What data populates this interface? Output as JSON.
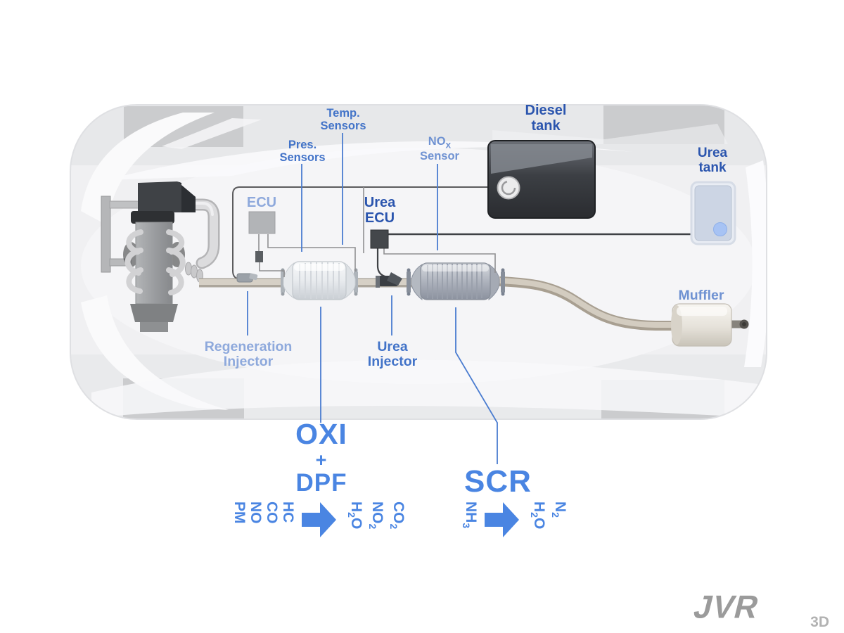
{
  "colors": {
    "accent_blue": "#4a85e2",
    "pointer_blue": "#4a7cd0",
    "navy": "#2b55ae",
    "mid_blue": "#4273c8",
    "soft_blue": "#6f92d2",
    "light_blue": "#8ea9dc",
    "watermark_gray": "#9b9b9b",
    "watermark_sub_gray": "#b2b2b2"
  },
  "labels": {
    "temp_sensors": {
      "lines": [
        "Temp.",
        "Sensors"
      ],
      "color": "#4273c8"
    },
    "pres_sensors": {
      "lines": [
        "Pres.",
        "Sensors"
      ],
      "color": "#4273c8"
    },
    "nox_sensor": {
      "formula_line": "NO_x",
      "line2": "Sensor",
      "color": "#6f92d2"
    },
    "diesel_tank": {
      "lines": [
        "Diesel",
        "tank"
      ],
      "color": "#2b55ae"
    },
    "urea_tank": {
      "lines": [
        "Urea",
        "tank"
      ],
      "color": "#2b55ae"
    },
    "ecu": {
      "text": "ECU",
      "color": "#8ea9dc"
    },
    "urea_ecu": {
      "lines": [
        "Urea",
        "ECU"
      ],
      "color": "#2b55ae"
    },
    "regeneration_injector": {
      "lines": [
        "Regeneration",
        "Injector"
      ],
      "color": "#8ea9dc"
    },
    "urea_injector": {
      "lines": [
        "Urea",
        "Injector"
      ],
      "color": "#4273c8"
    },
    "muffler": {
      "text": "Muffler",
      "color": "#6f92d2"
    }
  },
  "reactions": {
    "oxi_dpf": {
      "title_line1": "OXI",
      "title_line2": "+",
      "title_line3": "DPF",
      "inputs": [
        "PM",
        "NO",
        "CO",
        "HC"
      ],
      "outputs": [
        "H_2O",
        "NO_2",
        "CO_2"
      ]
    },
    "scr": {
      "title": "SCR",
      "inputs": [
        "NH_3"
      ],
      "outputs": [
        "H_2O",
        "N_2"
      ]
    }
  },
  "watermark": {
    "brand": "JVR",
    "sub": "3D"
  }
}
